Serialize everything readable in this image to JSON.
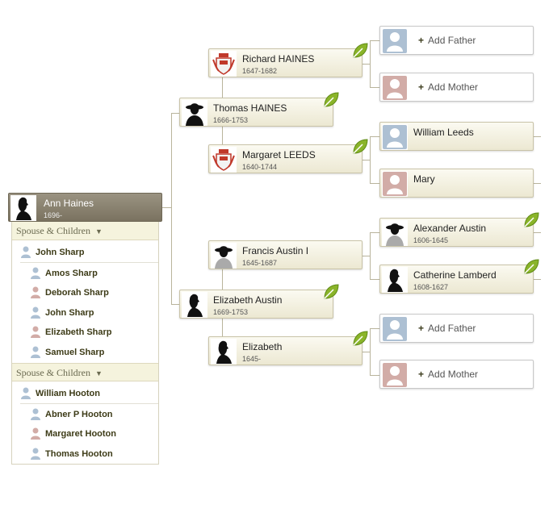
{
  "root": {
    "name": "Ann Haines",
    "dates": "1696-"
  },
  "people": {
    "thomas": {
      "name": "Thomas HAINES",
      "dates": "1666-1753"
    },
    "richard": {
      "name": "Richard HAINES",
      "dates": "1647-1682"
    },
    "margaret_leeds": {
      "name": "Margaret LEEDS",
      "dates": "1640-1744"
    },
    "elizabeth_austin": {
      "name": "Elizabeth Austin",
      "dates": "1669-1753"
    },
    "francis": {
      "name": "Francis Austin I",
      "dates": "1645-1687"
    },
    "elizabeth": {
      "name": "Elizabeth",
      "dates": "1645-"
    },
    "william_leeds": {
      "name": "William Leeds"
    },
    "mary": {
      "name": "Mary"
    },
    "alexander": {
      "name": "Alexander Austin",
      "dates": "1606-1645"
    },
    "catherine": {
      "name": "Catherine Lamberd",
      "dates": "1608-1627"
    }
  },
  "add": {
    "father_label": "Add Father",
    "mother_label": "Add Mother"
  },
  "families": [
    {
      "heading": "Spouse & Children",
      "spouse": "John Sharp",
      "children": [
        "Amos Sharp",
        "Deborah Sharp",
        "John Sharp",
        "Elizabeth Sharp",
        "Samuel Sharp"
      ]
    },
    {
      "heading": "Spouse & Children",
      "spouse": "William Hooton",
      "children": [
        "Abner P Hooton",
        "Margaret Hooton",
        "Thomas Hooton"
      ]
    }
  ],
  "colors": {
    "male": "#adc0d3",
    "female": "#d2aca7",
    "leaf": "#8ab42a",
    "card_border": "#c9c3a8"
  }
}
